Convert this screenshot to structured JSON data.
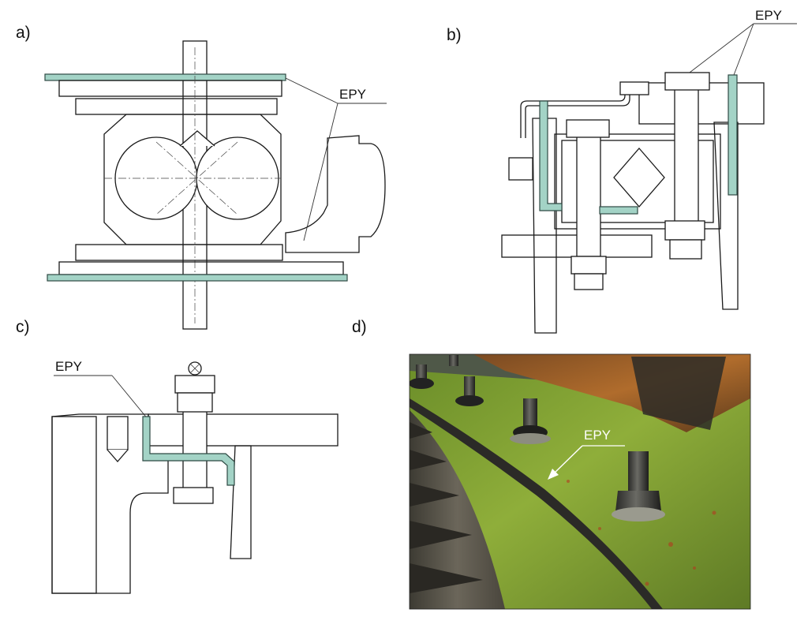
{
  "panels": {
    "a": {
      "label": "a)",
      "callout": "EPY"
    },
    "b": {
      "label": "b)",
      "callout": "EPY"
    },
    "c": {
      "label": "c)",
      "callout": "EPY"
    },
    "d": {
      "label": "d)",
      "callout": "EPY"
    }
  },
  "colors": {
    "epy": "#a3d3c6",
    "epy_stroke": "#2f4a44",
    "photo_metal_green": "#7fa12e",
    "photo_rust": "#a5622a",
    "photo_dark": "#3b3a36",
    "photo_bg": "#5a5f52"
  }
}
